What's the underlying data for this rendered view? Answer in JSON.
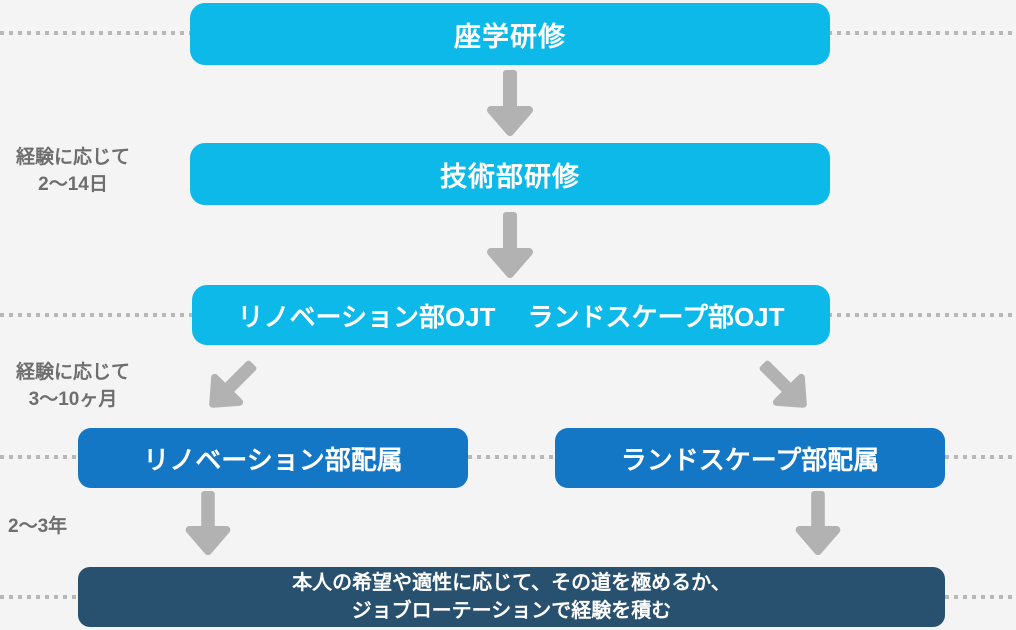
{
  "diagram": {
    "steps": {
      "step1": "座学研修",
      "step2": "技術部研修",
      "step3_left": "リノベーション部OJT",
      "step3_right": "ランドスケープ部OJT",
      "step4_left": "リノベーション部配属",
      "step4_right": "ランドスケープ部配属",
      "final_line1": "本人の希望や適性に応じて、その道を極めるか、",
      "final_line2": "ジョブローテーションで経験を積む"
    },
    "durations": {
      "phase1_line1": "経験に応じて",
      "phase1_line2": "2〜14日",
      "phase2_line1": "経験に応じて",
      "phase2_line2": "3〜10ヶ月",
      "phase3": "2〜3年"
    }
  },
  "icons": {
    "arrow_down_icon": "▼",
    "arrow_down_left_icon": "◣",
    "arrow_down_right_icon": "◢"
  },
  "colors": {
    "background": "#f4f4f5",
    "cyan_box": "#0db9e9",
    "blue_box": "#1377c6",
    "navy_box": "#28506f",
    "box_text": "#ffffff",
    "arrow": "#b2b2b2",
    "label_text": "#6e6e6e",
    "dotted_line": "#b8b8b8"
  }
}
